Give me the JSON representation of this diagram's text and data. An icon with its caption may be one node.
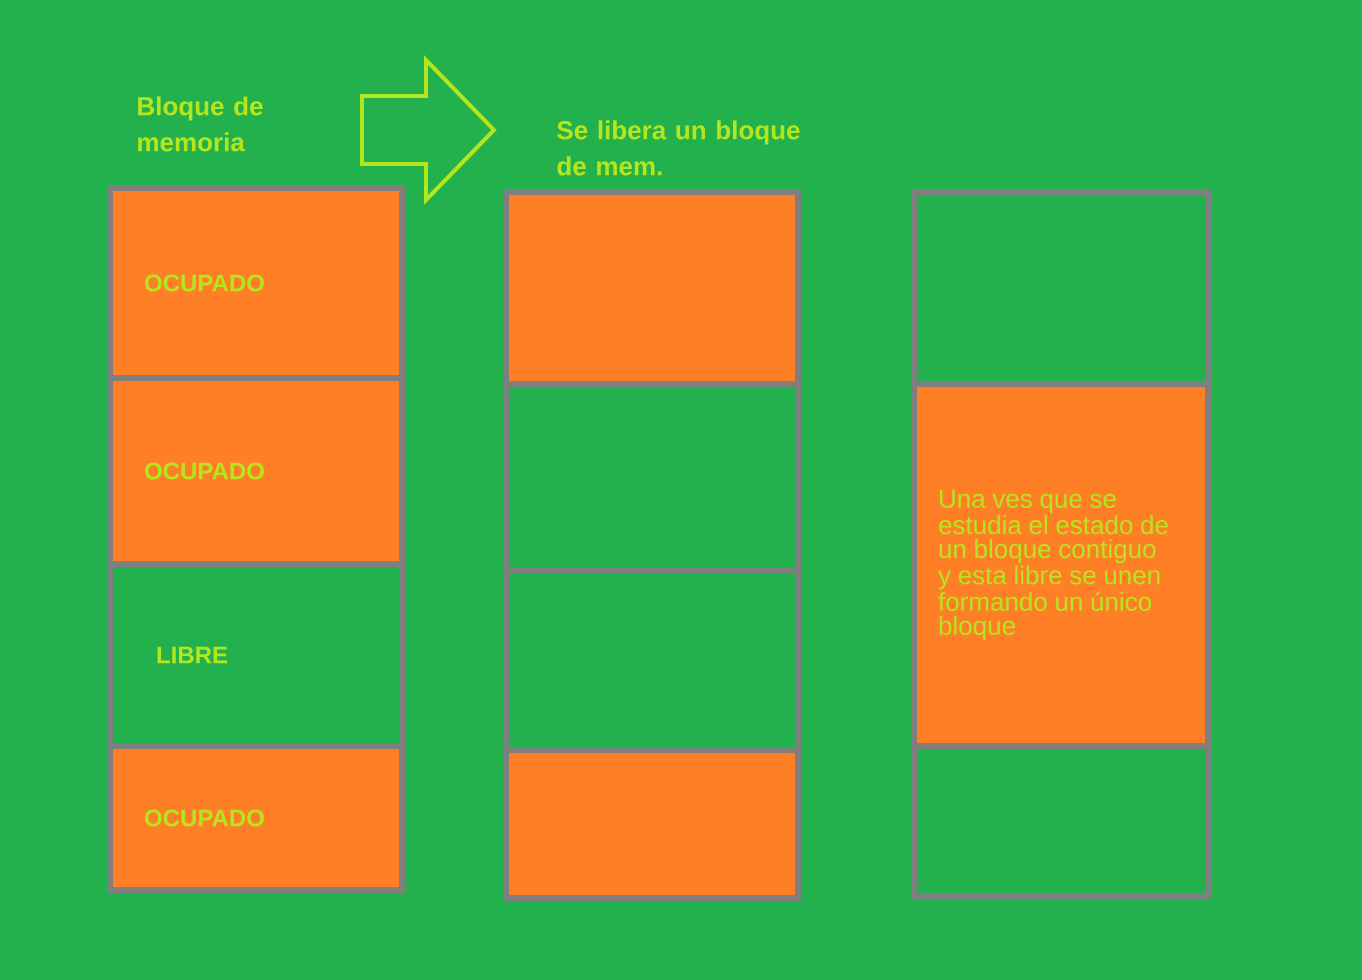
{
  "diagram": {
    "nodes": [
      {
        "text": [
          "OCUPADO"
        ]
      },
      {
        "text": [
          "OCUPADO"
        ]
      },
      {
        "text": [
          "LIBRE"
        ]
      },
      {
        "text": [
          "OCUPADO"
        ]
      },
      {
        "text": [],
        "shape": "box"
      },
      {
        "text": [],
        "shape": "box"
      },
      {
        "text": [],
        "shape": "box"
      },
      {
        "text": [],
        "shape": "box"
      },
      {
        "text": [],
        "shape": "box"
      },
      {
        "text": [
          "Una ves que se estudia el estado de un bloque contiguo y esta libre se unen formando un único bloque"
        ]
      },
      {
        "text": [],
        "shape": "box"
      }
    ],
    "labels": [
      "Bloque de memoria",
      "Se libera un bloque de mem."
    ]
  }
}
